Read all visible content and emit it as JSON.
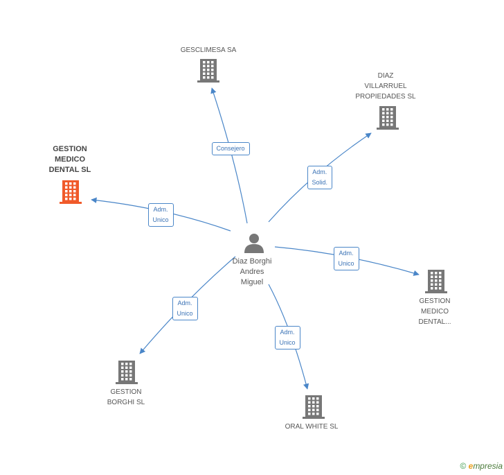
{
  "center": {
    "name": "Diaz Borghi\nAndres\nMiguel"
  },
  "nodes": [
    {
      "id": "gesclimesa",
      "label": "GESCLIMESA SA",
      "highlight": false
    },
    {
      "id": "diaz_villarruel",
      "label": "DIAZ\nVILLARRUEL\nPROPIEDADES SL",
      "highlight": false
    },
    {
      "id": "gestion_medico_dental_sl",
      "label": "GESTION\nMEDICO\nDENTAL SL",
      "highlight": true
    },
    {
      "id": "gestion_medico_dental_2",
      "label": "GESTION\nMEDICO\nDENTAL...",
      "highlight": false
    },
    {
      "id": "gestion_borghi",
      "label": "GESTION\nBORGHI SL",
      "highlight": false
    },
    {
      "id": "oral_white",
      "label": "ORAL WHITE SL",
      "highlight": false
    }
  ],
  "edges": [
    {
      "to": "gesclimesa",
      "label": "Consejero"
    },
    {
      "to": "diaz_villarruel",
      "label": "Adm.\nSolid."
    },
    {
      "to": "gestion_medico_dental_sl",
      "label": "Adm.\nUnico"
    },
    {
      "to": "gestion_medico_dental_2",
      "label": "Adm.\nUnico"
    },
    {
      "to": "gestion_borghi",
      "label": "Adm.\nUnico"
    },
    {
      "to": "oral_white",
      "label": "Adm.\nUnico"
    }
  ],
  "colors": {
    "edge": "#4a86c8",
    "building": "#777777",
    "building_highlight": "#f05a2a",
    "person": "#777777"
  },
  "footer": {
    "copyright": "©",
    "brand_e": "e",
    "brand_rest": "mpresia"
  }
}
